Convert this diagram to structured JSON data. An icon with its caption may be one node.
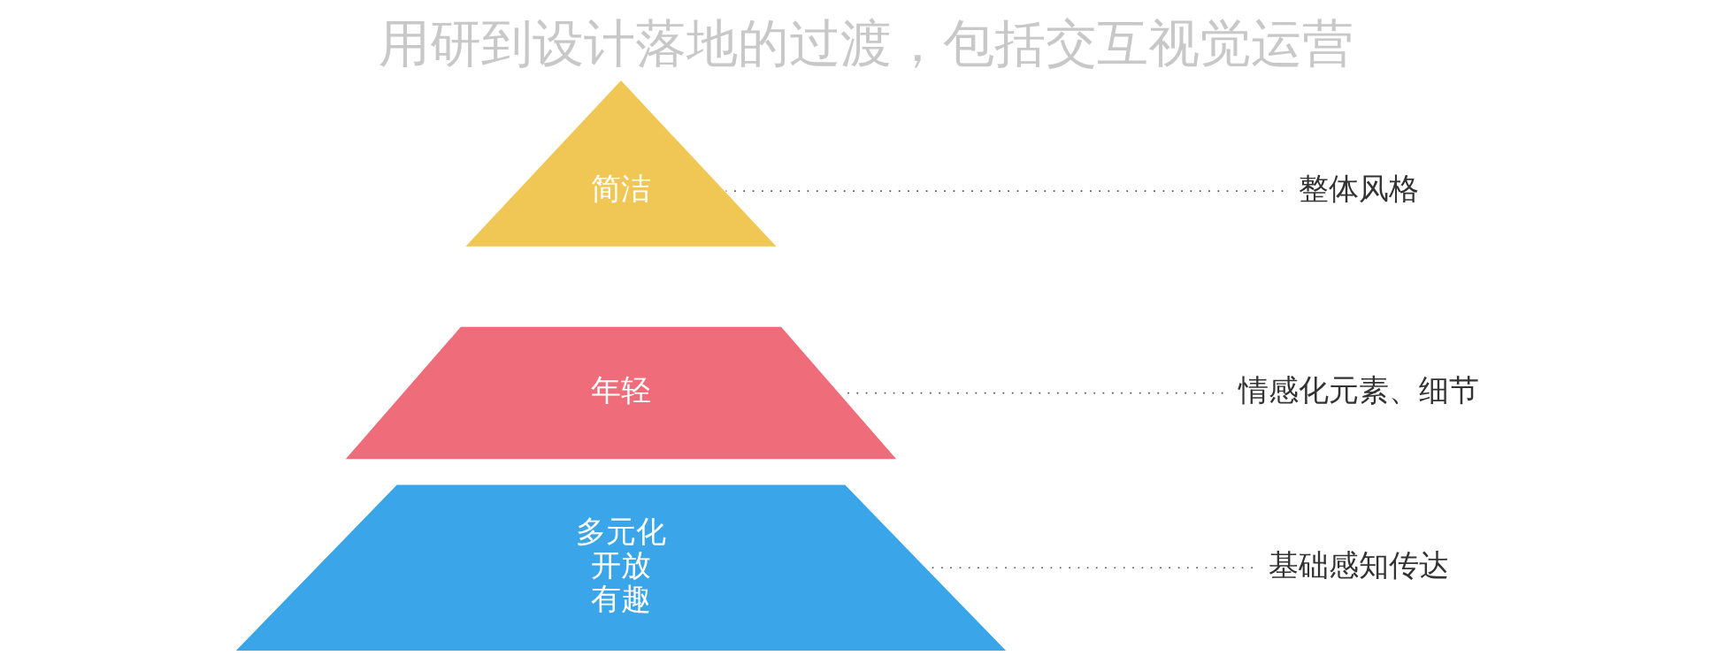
{
  "diagram": {
    "title": "用研到设计落地的过渡，包括交互视觉运营",
    "nodes": [
      {
        "text": [
          "简洁"
        ]
      },
      {
        "text": [
          "整体风格"
        ]
      },
      {
        "text": [
          "年轻"
        ]
      },
      {
        "text": [
          "情感化元素、细节"
        ]
      },
      {
        "text": [
          "多元化",
          "开放",
          "有趣"
        ]
      },
      {
        "text": [
          "基础感知传达"
        ]
      }
    ],
    "edges": [
      {
        "from": 1,
        "to": 0,
        "arrow": "none",
        "style": "dashed"
      },
      {
        "from": 3,
        "to": 2,
        "arrow": "none",
        "style": "dashed"
      },
      {
        "from": 5,
        "to": 4,
        "arrow": "none",
        "style": "dashed"
      }
    ]
  }
}
